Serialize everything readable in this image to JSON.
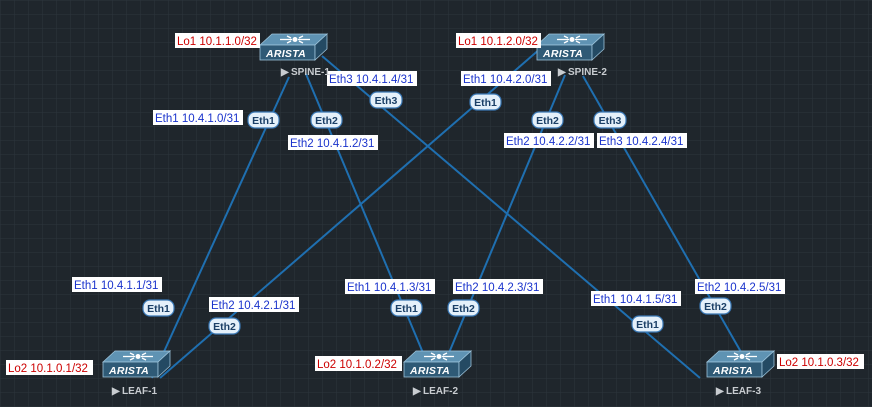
{
  "nodes": {
    "spine1": {
      "name": "SPINE-1",
      "brand": "ARISTA",
      "loopback": "Lo1 10.1.1.0/32"
    },
    "spine2": {
      "name": "SPINE-2",
      "brand": "ARISTA",
      "loopback": "Lo1 10.1.2.0/32"
    },
    "leaf1": {
      "name": "LEAF-1",
      "brand": "ARISTA",
      "loopback": "Lo2 10.1.0.1/32"
    },
    "leaf2": {
      "name": "LEAF-2",
      "brand": "ARISTA",
      "loopback": "Lo2 10.1.0.2/32"
    },
    "leaf3": {
      "name": "LEAF-3",
      "brand": "ARISTA",
      "loopback": "Lo2 10.1.0.3/32"
    }
  },
  "links": {
    "s1_l1": {
      "a_port": "Eth1",
      "a_ip": "Eth1 10.4.1.0/31",
      "b_port": "Eth1",
      "b_ip": "Eth1 10.4.1.1/31"
    },
    "s1_l2": {
      "a_port": "Eth2",
      "a_ip": "Eth2 10.4.1.2/31",
      "b_port": "Eth1",
      "b_ip": "Eth1 10.4.1.3/31"
    },
    "s1_l3": {
      "a_port": "Eth3",
      "a_ip": "Eth3 10.4.1.4/31",
      "b_port": "Eth1",
      "b_ip": "Eth1 10.4.1.5/31"
    },
    "s2_l1": {
      "a_port": "Eth1",
      "a_ip": "Eth1 10.4.2.0/31",
      "b_port": "Eth2",
      "b_ip": "Eth2 10.4.2.1/31"
    },
    "s2_l2": {
      "a_port": "Eth2",
      "a_ip": "Eth2 10.4.2.2/31",
      "b_port": "Eth2",
      "b_ip": "Eth2 10.4.2.3/31"
    },
    "s2_l3": {
      "a_port": "Eth3",
      "a_ip": "Eth3 10.4.2.4/31",
      "b_port": "Eth2",
      "b_ip": "Eth2 10.4.2.5/31"
    }
  },
  "colors": {
    "background": "#1f262c",
    "grid": "#2c353d",
    "link": "#1f6fb0",
    "ip_label_bg": "#ffffff",
    "ip_label_text": "#1a33cc",
    "loopback_bg": "#ffffff",
    "loopback_text": "#cc0000",
    "port_badge_bg": "#e4f0fa",
    "port_badge_border": "#3a78b5",
    "switch_body": "#3d6a86"
  }
}
